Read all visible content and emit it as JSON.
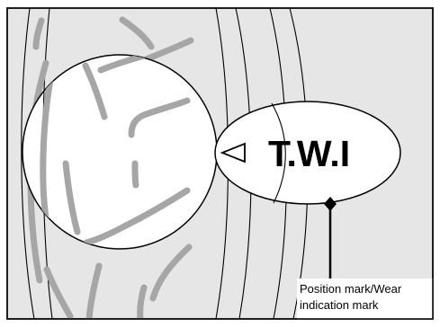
{
  "diagram": {
    "mark_label": "T.W.I",
    "callout_lines": [
      "Position mark/Wear",
      "indication mark"
    ],
    "icons": {
      "pointer": "triangle-left-outline-icon",
      "leader_end": "diamond-icon"
    },
    "colors": {
      "panel_background": "#e6e6e6",
      "frame": "#000000",
      "tread_groove": "#a6a6a6",
      "lens_fill": "#ffffff",
      "caption_background": "#ffffff"
    }
  }
}
